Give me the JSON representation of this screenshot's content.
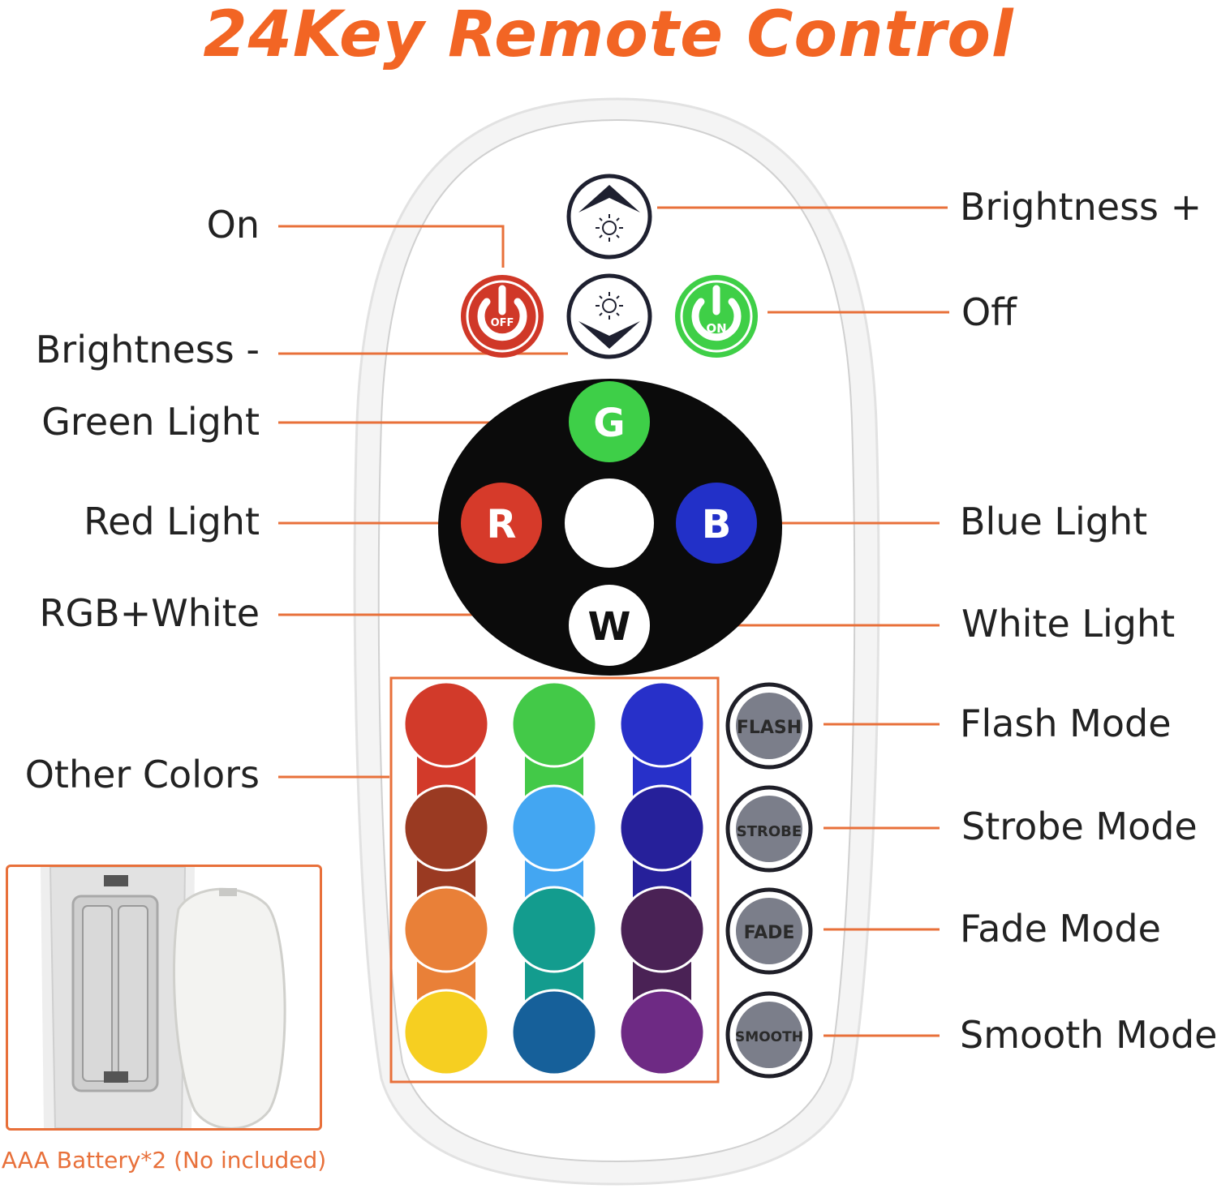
{
  "title": "24Key Remote Control",
  "labels": {
    "brightness_up": "Brightness +",
    "on": "On",
    "off": "Off",
    "brightness_down": "Brightness -",
    "green_light": "Green Light",
    "red_light": "Red Light",
    "blue_light": "Blue Light",
    "rgb_white": "RGB+White",
    "white_light": "White Light",
    "other_colors": "Other Colors",
    "flash_mode": "Flash Mode",
    "strobe_mode": "Strobe Mode",
    "fade_mode": "Fade Mode",
    "smooth_mode": "Smooth Mode"
  },
  "buttons": {
    "off_text": "OFF",
    "on_text": "ON",
    "g": "G",
    "r": "R",
    "b": "B",
    "w": "W",
    "flash": "FLASH",
    "strobe": "STROBE",
    "fade": "FADE",
    "smooth": "SMOOTH"
  },
  "battery_caption": "AAA Battery*2 (No included)",
  "colors": {
    "accent_orange": "#f26524",
    "callout_line": "#e8703a",
    "red_button": "#d63a2a",
    "green_button": "#3ecf48",
    "blue_button": "#2230c8",
    "grid": [
      "#d23a2a",
      "#43c948",
      "#2730c9",
      "#9a3a22",
      "#43a6f2",
      "#26209a",
      "#e98038",
      "#139c8e",
      "#4a2255",
      "#f6cf21",
      "#16609a",
      "#6e2a84"
    ]
  }
}
